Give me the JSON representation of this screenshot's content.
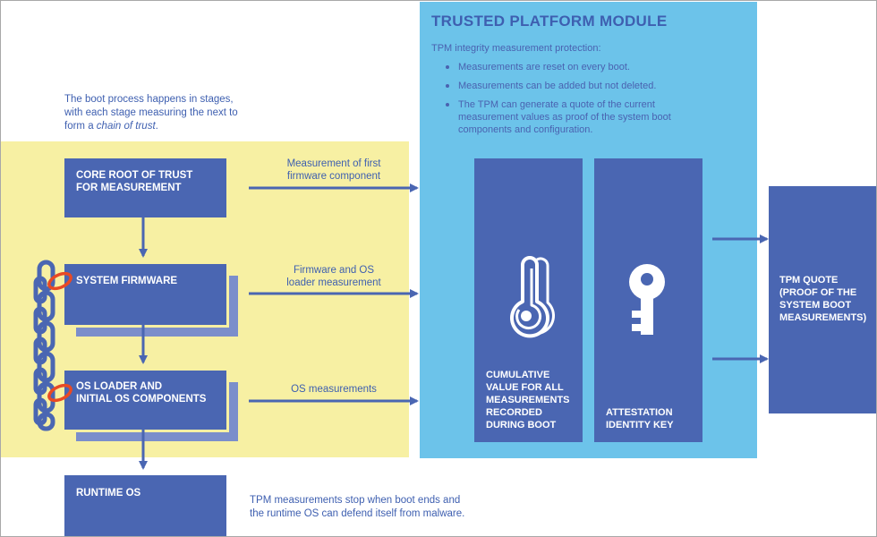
{
  "boot_note": {
    "line1": "The boot process happens in stages,",
    "line2": "with each stage measuring the next to",
    "line3_prefix": "form a ",
    "line3_em": "chain of trust",
    "line3_suffix": "."
  },
  "stages": [
    {
      "line1": "CORE ROOT OF TRUST",
      "line2": "FOR MEASUREMENT"
    },
    {
      "line1": "SYSTEM FIRMWARE",
      "line2": ""
    },
    {
      "line1": "OS LOADER AND",
      "line2": "INITIAL OS COMPONENTS"
    },
    {
      "line1": "RUNTIME OS",
      "line2": ""
    }
  ],
  "measure_labels": [
    {
      "line1": "Measurement of first",
      "line2": "firmware component"
    },
    {
      "line1": "Firmware and OS",
      "line2": "loader measurement"
    },
    {
      "line1": "OS measurements",
      "line2": ""
    }
  ],
  "tpm": {
    "title": "TRUSTED PLATFORM MODULE",
    "intro": "TPM integrity measurement protection:",
    "bullets": [
      {
        "lines": [
          "Measurements are reset on every boot."
        ]
      },
      {
        "lines": [
          "Measurements can be added but not deleted."
        ]
      },
      {
        "lines": [
          "The TPM can generate a quote of the current",
          "measurement values as proof of the system boot",
          "components and configuration."
        ]
      }
    ],
    "cards": [
      {
        "lines": [
          "CUMULATIVE",
          "VALUE FOR ALL",
          "MEASUREMENTS",
          "RECORDED",
          "DURING BOOT"
        ],
        "icon": "thermometer-icon"
      },
      {
        "lines": [
          "ATTESTATION",
          "IDENTITY KEY"
        ],
        "icon": "key-icon"
      }
    ]
  },
  "quote": {
    "lines": [
      "TPM QUOTE",
      "(PROOF OF THE",
      "SYSTEM BOOT",
      "MEASUREMENTS)"
    ]
  },
  "runtime_note": {
    "line1": "TPM measurements stop when boot ends and",
    "line2": "the runtime OS can defend itself from malware."
  },
  "colors": {
    "box": "#4a66b2",
    "tpm_bg": "#6cc3ea",
    "boot_bg": "#f7f0a3",
    "text_blue": "#3e5fb0",
    "chain": "#4a66b2",
    "chain_link_accent": "#e94a24"
  }
}
